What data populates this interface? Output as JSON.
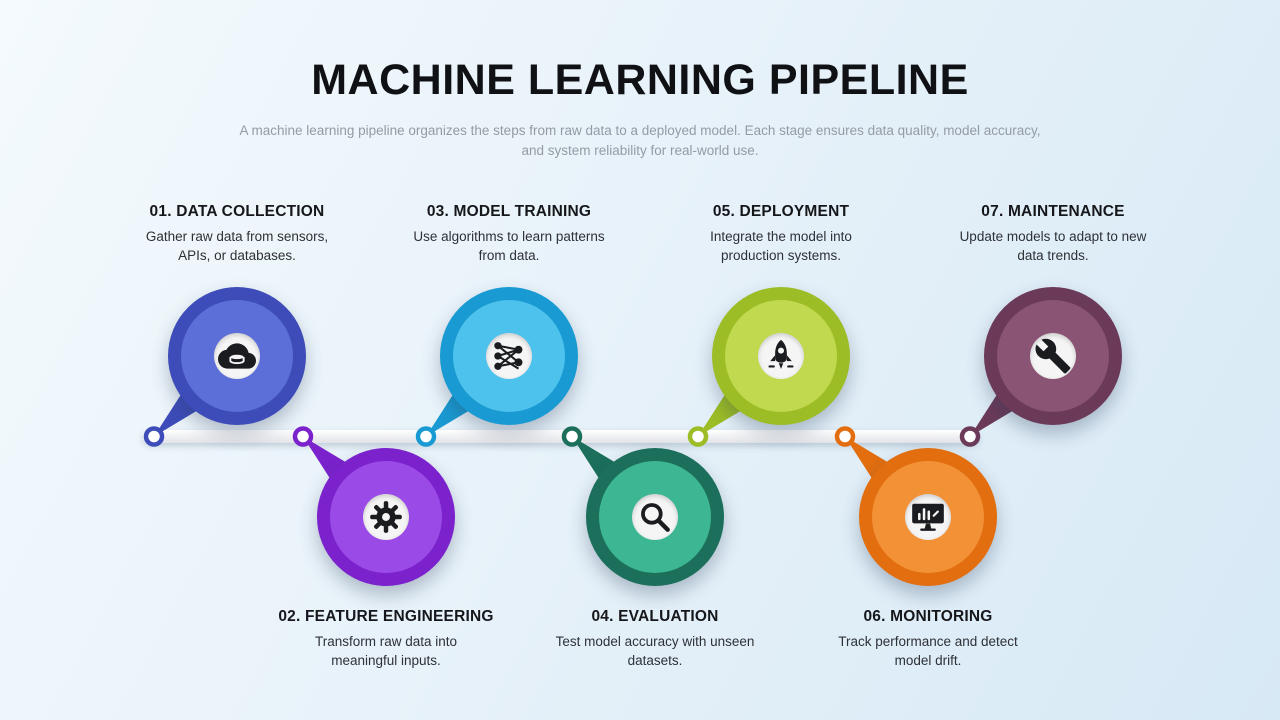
{
  "title": "MACHINE LEARNING PIPELINE",
  "subtitle": "A machine learning pipeline organizes the steps from raw data to a deployed model. Each stage ensures data quality, model accuracy, and system reliability for real-world use.",
  "background": {
    "from": "#f4fafd",
    "to": "#d7e9f5"
  },
  "timeline_color": "#f0f0f3",
  "steps": [
    {
      "heading": "01. DATA COLLECTION",
      "description": "Gather raw data from sensors, APIs, or databases.",
      "position": "top",
      "icon": "cloud-database",
      "color_dark": "#3d4cb8",
      "color_light": "#5c6fd8"
    },
    {
      "heading": "02. FEATURE ENGINEERING",
      "description": "Transform raw data into meaningful inputs.",
      "position": "bottom",
      "icon": "gear",
      "color_dark": "#7b22cc",
      "color_light": "#9a4ae6"
    },
    {
      "heading": "03. MODEL TRAINING",
      "description": "Use algorithms to learn patterns from data.",
      "position": "top",
      "icon": "neural-network",
      "color_dark": "#1a9ad2",
      "color_light": "#4cc2ec"
    },
    {
      "heading": "04. EVALUATION",
      "description": "Test model accuracy with unseen datasets.",
      "position": "bottom",
      "icon": "magnifier",
      "color_dark": "#1b6f5b",
      "color_light": "#3db694"
    },
    {
      "heading": "05. DEPLOYMENT",
      "description": "Integrate the model into production systems.",
      "position": "top",
      "icon": "rocket",
      "color_dark": "#9cbd25",
      "color_light": "#c0d94e"
    },
    {
      "heading": "06. MONITORING",
      "description": "Track performance and detect model drift.",
      "position": "bottom",
      "icon": "monitor-chart",
      "color_dark": "#e26e0f",
      "color_light": "#f29136"
    },
    {
      "heading": "07. MAINTENANCE",
      "description": "Update models to adapt to new data trends.",
      "position": "top",
      "icon": "wrench",
      "color_dark": "#6b3a59",
      "color_light": "#8a5474"
    }
  ]
}
